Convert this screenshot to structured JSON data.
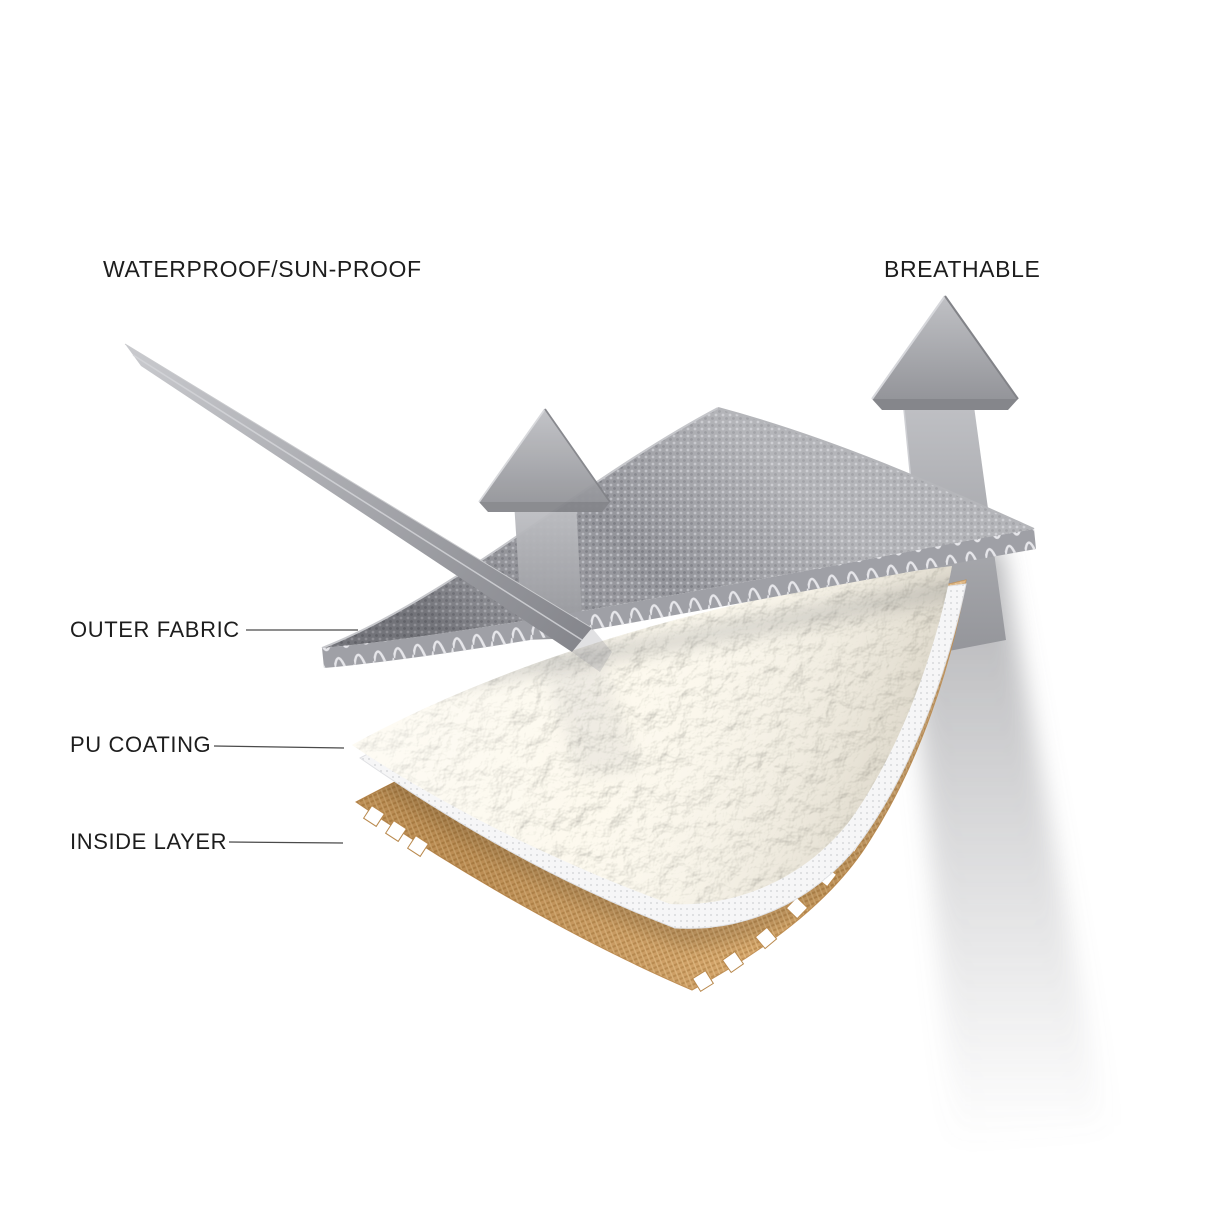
{
  "diagram": {
    "top_labels": {
      "left": "WATERPROOF/SUN-PROOF",
      "right": "BREATHABLE"
    },
    "layer_labels": {
      "outer_fabric": "OUTER FABRIC",
      "pu_coating": "PU COATING",
      "inside_layer": "INSIDE LAYER"
    },
    "icons": {
      "waterproof_beam": "diagonal-reflect-arrow",
      "vapor_arrow": "up-arrow",
      "breathable_arrow": "large-up-arrow"
    },
    "colors": {
      "background": "#ffffff",
      "text": "#1d1d1d",
      "arrow_gray": "#a7a8ad",
      "outer_fabric_gray": "#94959b",
      "pu_coating_cream": "#ece4d2",
      "membrane_white": "#f6f6f7",
      "inside_layer_tan": "#d7a465"
    }
  }
}
